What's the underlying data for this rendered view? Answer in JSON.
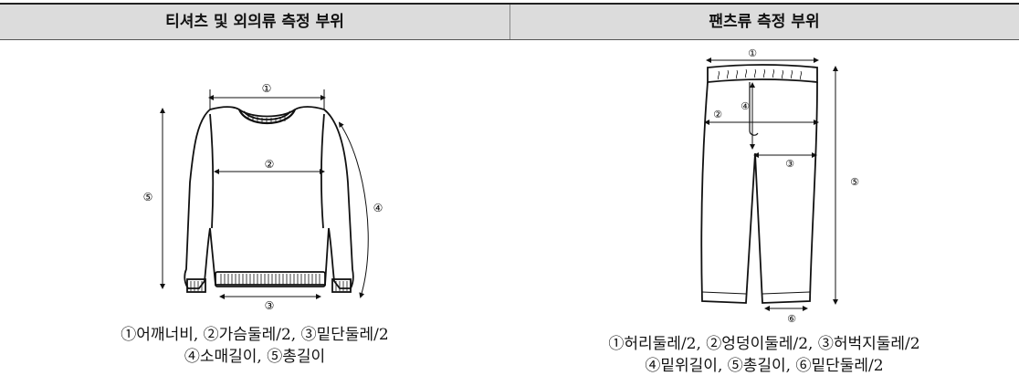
{
  "headers": {
    "shirt": "티셔츠 및 외의류 측정 부위",
    "pants": "팬츠류 측정 부위"
  },
  "shirt_figure": {
    "markers": [
      "①",
      "②",
      "③",
      "④",
      "⑤"
    ]
  },
  "pants_figure": {
    "markers": [
      "①",
      "②",
      "③",
      "④",
      "⑤",
      "⑥"
    ]
  },
  "captions": {
    "shirt_line1": "①어깨너비, ②가슴둘레/2, ③밑단둘레/2",
    "shirt_line2": "④소매길이, ⑤총길이",
    "pants_line1": "①허리둘레/2, ②엉덩이둘레/2, ③허벅지둘레/2",
    "pants_line2": "④밑위길이, ⑤총길이, ⑥밑단둘레/2"
  }
}
